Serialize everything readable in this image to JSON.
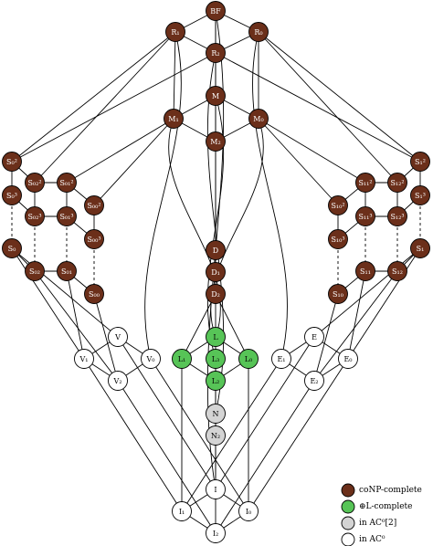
{
  "colors": {
    "conp": "#6b2f1a",
    "lcomplete": "#57c457",
    "ac02": "#d4d4d4",
    "ac0": "#ffffff",
    "dark_label": "#ffffff",
    "light_label": "#000000"
  },
  "nodes": [
    {
      "id": "BF",
      "label": "BF",
      "cls": "conp"
    },
    {
      "id": "R1",
      "label": "R₁",
      "cls": "conp"
    },
    {
      "id": "R0",
      "label": "R₀",
      "cls": "conp"
    },
    {
      "id": "R2",
      "label": "R₂",
      "cls": "conp"
    },
    {
      "id": "M",
      "label": "M",
      "cls": "conp"
    },
    {
      "id": "M1",
      "label": "M₁",
      "cls": "conp"
    },
    {
      "id": "M0",
      "label": "M₀",
      "cls": "conp"
    },
    {
      "id": "M2",
      "label": "M₂",
      "cls": "conp"
    },
    {
      "id": "S02L",
      "label": "S₀²",
      "cls": "conp"
    },
    {
      "id": "S03L",
      "label": "S₀³",
      "cls": "conp"
    },
    {
      "id": "S0L",
      "label": "S₀",
      "cls": "conp"
    },
    {
      "id": "S022",
      "label": "S₀₂²",
      "cls": "conp"
    },
    {
      "id": "S023",
      "label": "S₀₂³",
      "cls": "conp"
    },
    {
      "id": "S02",
      "label": "S₀₂",
      "cls": "conp"
    },
    {
      "id": "S012",
      "label": "S₀₁²",
      "cls": "conp"
    },
    {
      "id": "S013",
      "label": "S₀₁³",
      "cls": "conp"
    },
    {
      "id": "S01",
      "label": "S₀₁",
      "cls": "conp"
    },
    {
      "id": "S002",
      "label": "S₀₀²",
      "cls": "conp"
    },
    {
      "id": "S003",
      "label": "S₀₀³",
      "cls": "conp"
    },
    {
      "id": "S00",
      "label": "S₀₀",
      "cls": "conp"
    },
    {
      "id": "S12R",
      "label": "S₁²",
      "cls": "conp"
    },
    {
      "id": "S13R",
      "label": "S₁³",
      "cls": "conp"
    },
    {
      "id": "S1R",
      "label": "S₁",
      "cls": "conp"
    },
    {
      "id": "S122",
      "label": "S₁₂²",
      "cls": "conp"
    },
    {
      "id": "S123",
      "label": "S₁₂³",
      "cls": "conp"
    },
    {
      "id": "S12",
      "label": "S₁₂",
      "cls": "conp"
    },
    {
      "id": "S112",
      "label": "S₁₁²",
      "cls": "conp"
    },
    {
      "id": "S113",
      "label": "S₁₁³",
      "cls": "conp"
    },
    {
      "id": "S11",
      "label": "S₁₁",
      "cls": "conp"
    },
    {
      "id": "S102",
      "label": "S₁₀²",
      "cls": "conp"
    },
    {
      "id": "S103",
      "label": "S₁₀³",
      "cls": "conp"
    },
    {
      "id": "S10",
      "label": "S₁₀",
      "cls": "conp"
    },
    {
      "id": "D",
      "label": "D",
      "cls": "conp"
    },
    {
      "id": "D1",
      "label": "D₁",
      "cls": "conp"
    },
    {
      "id": "D2",
      "label": "D₂",
      "cls": "conp"
    },
    {
      "id": "L",
      "label": "L",
      "cls": "lcomplete"
    },
    {
      "id": "L1",
      "label": "L₁",
      "cls": "lcomplete"
    },
    {
      "id": "L3",
      "label": "L₃",
      "cls": "lcomplete"
    },
    {
      "id": "L0",
      "label": "L₀",
      "cls": "lcomplete"
    },
    {
      "id": "L2",
      "label": "L₂",
      "cls": "lcomplete"
    },
    {
      "id": "N",
      "label": "N",
      "cls": "ac02"
    },
    {
      "id": "N2",
      "label": "N₂",
      "cls": "ac02"
    },
    {
      "id": "V",
      "label": "V",
      "cls": "ac0"
    },
    {
      "id": "V1",
      "label": "V₁",
      "cls": "ac0"
    },
    {
      "id": "V0",
      "label": "V₀",
      "cls": "ac0"
    },
    {
      "id": "V2",
      "label": "V₂",
      "cls": "ac0"
    },
    {
      "id": "E",
      "label": "E",
      "cls": "ac0"
    },
    {
      "id": "E1",
      "label": "E₁",
      "cls": "ac0"
    },
    {
      "id": "E0",
      "label": "E₀",
      "cls": "ac0"
    },
    {
      "id": "E2",
      "label": "E₂",
      "cls": "ac0"
    },
    {
      "id": "I",
      "label": "I",
      "cls": "ac0"
    },
    {
      "id": "I1",
      "label": "I₁",
      "cls": "ac0"
    },
    {
      "id": "I0",
      "label": "I₀",
      "cls": "ac0"
    },
    {
      "id": "I2",
      "label": "I₂",
      "cls": "ac0"
    }
  ],
  "edges": [
    [
      "BF",
      "R1"
    ],
    [
      "BF",
      "R0"
    ],
    [
      "BF",
      "R2"
    ],
    [
      "BF",
      "M"
    ],
    [
      "R1",
      "R2"
    ],
    [
      "R0",
      "R2"
    ],
    [
      "R2",
      "M2"
    ],
    [
      "R1",
      "M1"
    ],
    [
      "R0",
      "M0"
    ],
    [
      "M",
      "M1"
    ],
    [
      "M",
      "M0"
    ],
    [
      "M1",
      "M2"
    ],
    [
      "M0",
      "M2"
    ],
    [
      "R1",
      "S02L"
    ],
    [
      "R1",
      "S022"
    ],
    [
      "R0",
      "S12R"
    ],
    [
      "R0",
      "S122"
    ],
    [
      "M1",
      "S012"
    ],
    [
      "M1",
      "S002"
    ],
    [
      "M0",
      "S112"
    ],
    [
      "M0",
      "S102"
    ],
    [
      "M",
      "D"
    ],
    [
      "M2",
      "D"
    ],
    [
      "D",
      "D1"
    ],
    [
      "D1",
      "D2"
    ],
    [
      "S02L",
      "S022"
    ],
    [
      "S022",
      "S012"
    ],
    [
      "S012",
      "S002"
    ],
    [
      "S03L",
      "S023"
    ],
    [
      "S023",
      "S013"
    ],
    [
      "S013",
      "S003"
    ],
    [
      "S0L",
      "S02"
    ],
    [
      "S02",
      "S01"
    ],
    [
      "S01",
      "S00"
    ],
    [
      "S12R",
      "S122"
    ],
    [
      "S122",
      "S112"
    ],
    [
      "S112",
      "S102"
    ],
    [
      "S13R",
      "S123"
    ],
    [
      "S123",
      "S113"
    ],
    [
      "S113",
      "S103"
    ],
    [
      "S1R",
      "S12"
    ],
    [
      "S12",
      "S11"
    ],
    [
      "S11",
      "S10"
    ],
    [
      "S02L",
      "S03L"
    ],
    [
      "S022",
      "S023"
    ],
    [
      "S012",
      "S013"
    ],
    [
      "S002",
      "S003"
    ],
    [
      "S12R",
      "S13R"
    ],
    [
      "S122",
      "S123"
    ],
    [
      "S112",
      "S113"
    ],
    [
      "S102",
      "S103"
    ],
    [
      "S0L",
      "V"
    ],
    [
      "S0L",
      "V1"
    ],
    [
      "S02",
      "V2"
    ],
    [
      "S01",
      "V1"
    ],
    [
      "S00",
      "V2"
    ],
    [
      "S1R",
      "E"
    ],
    [
      "S1R",
      "E0"
    ],
    [
      "S12",
      "E2"
    ],
    [
      "S11",
      "E0"
    ],
    [
      "S10",
      "E2"
    ],
    [
      "S02L",
      "R2"
    ],
    [
      "S12R",
      "R2"
    ],
    [
      "D2",
      "L1"
    ],
    [
      "D2",
      "L0"
    ],
    [
      "D1",
      "L"
    ],
    [
      "L",
      "L1"
    ],
    [
      "L",
      "L0"
    ],
    [
      "L1",
      "L2"
    ],
    [
      "L0",
      "L2"
    ],
    [
      "L",
      "L3"
    ],
    [
      "L3",
      "L2"
    ],
    [
      "L2",
      "N"
    ],
    [
      "N",
      "N2"
    ],
    [
      "L3",
      "N2"
    ],
    [
      "V",
      "V1"
    ],
    [
      "V",
      "V0"
    ],
    [
      "V1",
      "V2"
    ],
    [
      "V0",
      "V2"
    ],
    [
      "E",
      "E1"
    ],
    [
      "E",
      "E0"
    ],
    [
      "E1",
      "E2"
    ],
    [
      "E0",
      "E2"
    ],
    [
      "V1",
      "I1"
    ],
    [
      "V2",
      "I2"
    ],
    [
      "V0",
      "I0"
    ],
    [
      "V",
      "I"
    ],
    [
      "E1",
      "I1"
    ],
    [
      "E0",
      "I0"
    ],
    [
      "E2",
      "I2"
    ],
    [
      "E",
      "I"
    ],
    [
      "N2",
      "I"
    ],
    [
      "I",
      "I1"
    ],
    [
      "I",
      "I0"
    ],
    [
      "I1",
      "I2"
    ],
    [
      "I0",
      "I2"
    ],
    [
      "L1",
      "I1"
    ],
    [
      "L0",
      "I0"
    ],
    [
      "N2",
      "I2"
    ]
  ],
  "dashed_edges": [
    [
      "S03L",
      "S0L"
    ],
    [
      "S023",
      "S02"
    ],
    [
      "S013",
      "S01"
    ],
    [
      "S003",
      "S00"
    ],
    [
      "S13R",
      "S1R"
    ],
    [
      "S123",
      "S12"
    ],
    [
      "S113",
      "S11"
    ],
    [
      "S103",
      "S10"
    ]
  ],
  "curves": [
    [
      "R1",
      "V0"
    ],
    [
      "R0",
      "E1"
    ],
    [
      "M",
      "L3"
    ],
    [
      "R2",
      "N"
    ],
    [
      "BF",
      "I"
    ],
    [
      "M1",
      "L"
    ],
    [
      "M0",
      "L"
    ]
  ],
  "legend": [
    {
      "key": "conp",
      "label": "coNP-complete"
    },
    {
      "key": "lcomplete",
      "label": "⊕L-complete"
    },
    {
      "key": "ac02",
      "label": "in AC⁰[2]"
    },
    {
      "key": "ac0",
      "label": "in AC⁰"
    }
  ]
}
